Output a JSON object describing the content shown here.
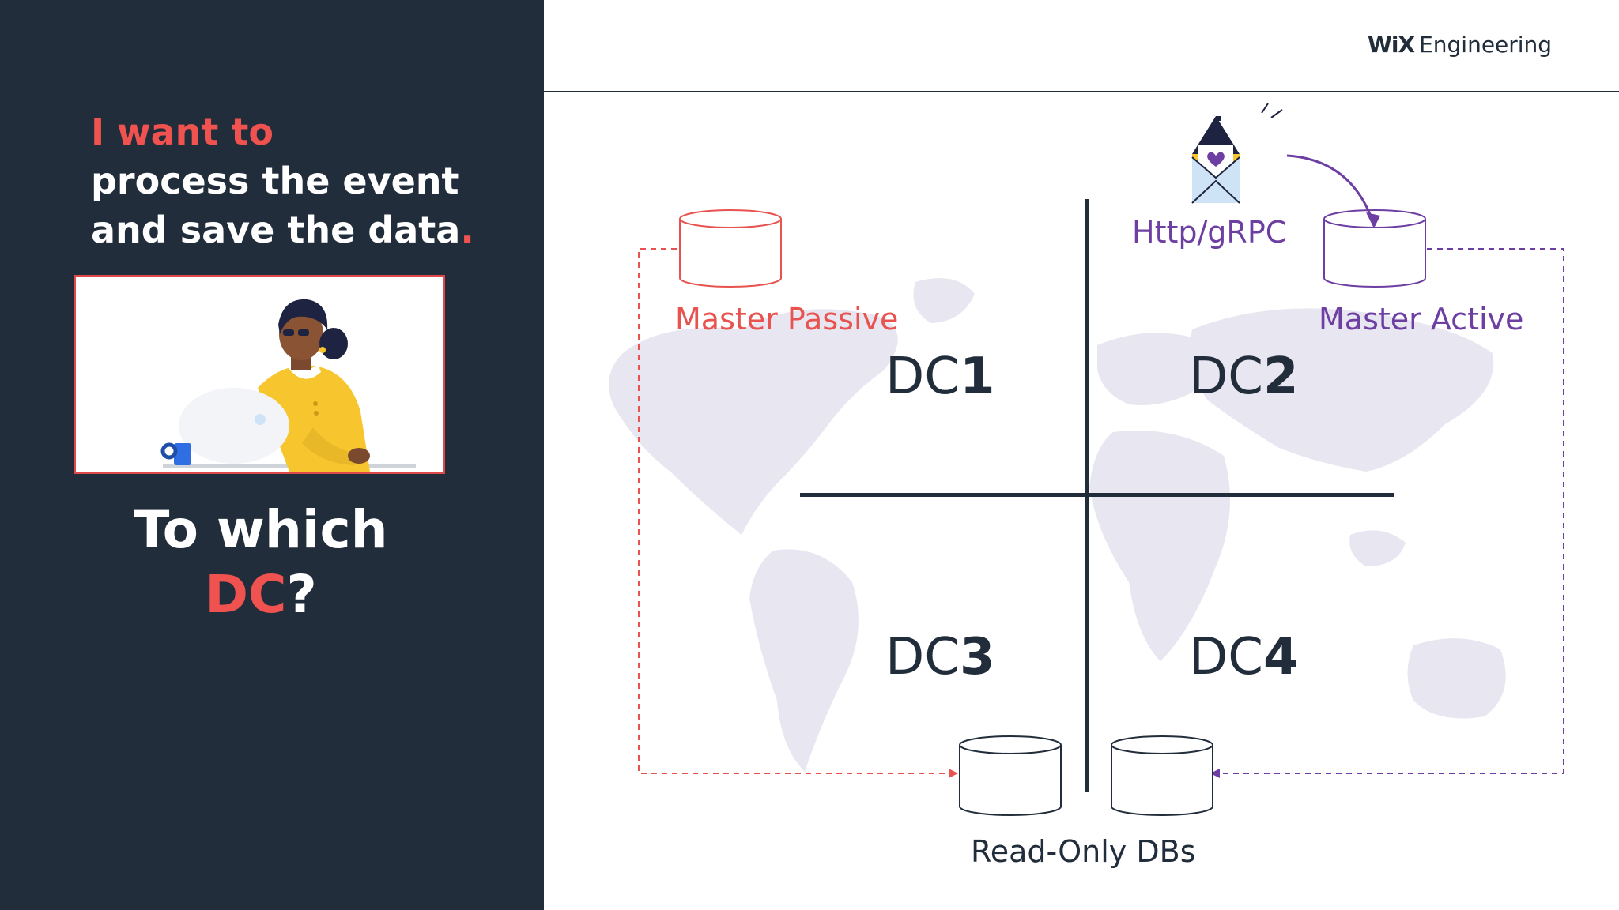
{
  "left": {
    "headline": {
      "line1": "I want to",
      "line2": "process the event",
      "line3": "and  save the data",
      "dot": "."
    },
    "question": {
      "line1": "To which",
      "dc": "DC",
      "qmark": "?"
    }
  },
  "brand": {
    "logo": "WiX",
    "text": "Engineering"
  },
  "diagram": {
    "protocol_label": "Http/gRPC",
    "master_passive_label": "Master Passive",
    "master_active_label": "Master Active",
    "read_only_label": "Read-Only DBs",
    "dcs": [
      {
        "prefix": "DC",
        "num": "1"
      },
      {
        "prefix": "DC",
        "num": "2"
      },
      {
        "prefix": "DC",
        "num": "3"
      },
      {
        "prefix": "DC",
        "num": "4"
      }
    ],
    "colors": {
      "passive": "#e8524f",
      "active": "#6e3fa3",
      "divider": "#222d3b",
      "map": "#e8e6f0"
    }
  }
}
